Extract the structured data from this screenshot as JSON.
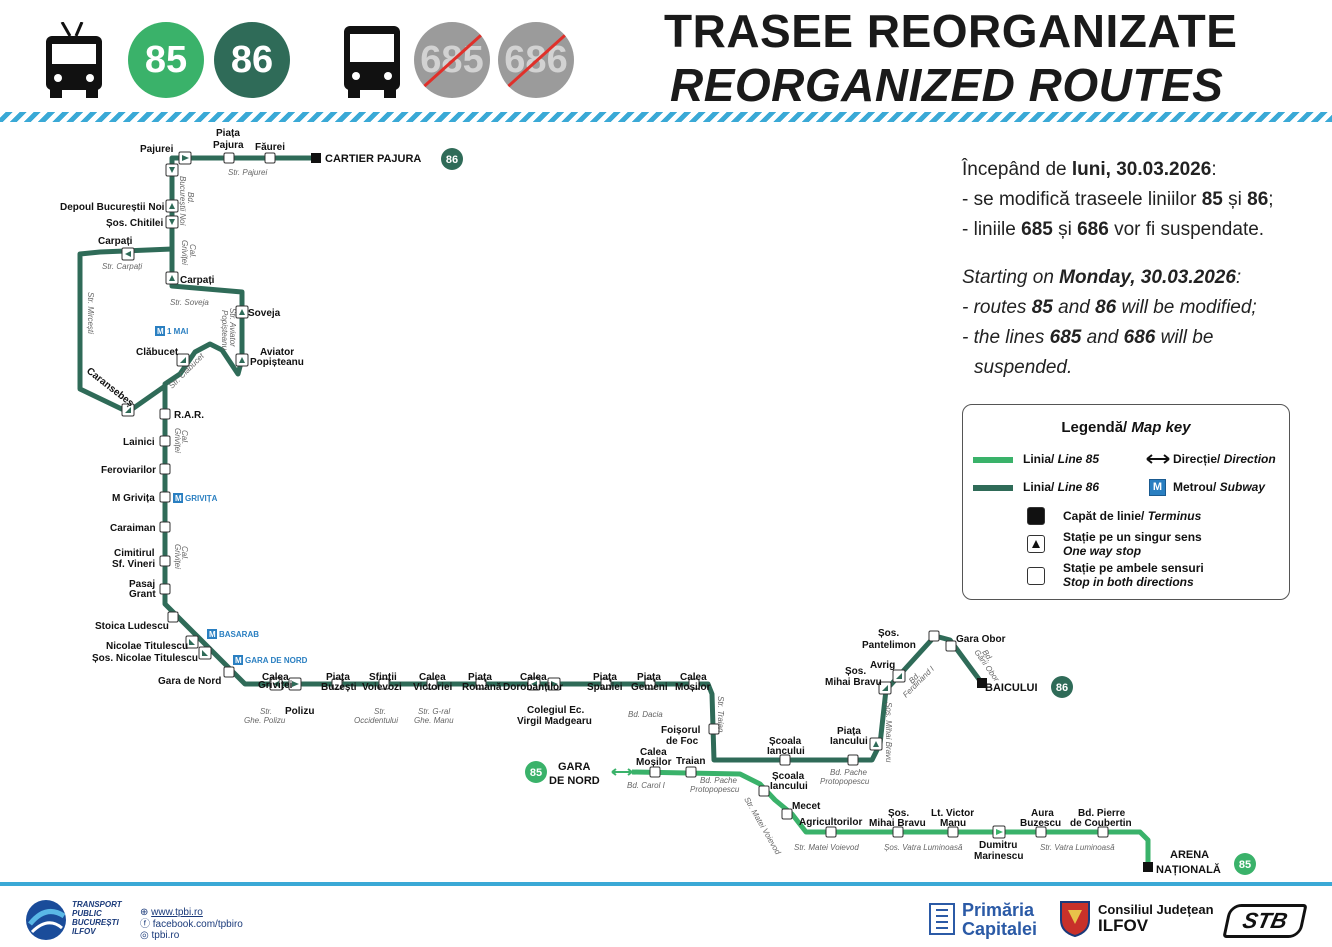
{
  "header": {
    "title_ro": "TRASEE REORGANIZATE",
    "title_en": "REORGANIZED ROUTES",
    "trolleybus_icon": "trolleybus-icon",
    "bus_icon": "bus-icon",
    "active_lines": [
      "85",
      "86"
    ],
    "suspended_lines": [
      "685",
      "686"
    ]
  },
  "colors": {
    "line85": "#3ab26a",
    "line86": "#2f6b58",
    "stripe": "#3aa9d6",
    "strike": "#e0302a"
  },
  "info": {
    "ro_intro_pre": "Începând de ",
    "ro_intro_day": "luni",
    "ro_intro_date": ", 30.03.2026",
    "ro_line1_pre": "- se modifică traseele liniilor ",
    "ro_line1_a": "85",
    "ro_line1_mid": " și ",
    "ro_line1_b": "86",
    "ro_line2_pre": "- liniile ",
    "ro_line2_a": "685",
    "ro_line2_mid": " și ",
    "ro_line2_b": "686",
    "ro_line2_post": " vor fi suspendate.",
    "en_intro_pre": "Starting on ",
    "en_intro_day": "Monday",
    "en_intro_date": ", 30.03.2026",
    "en_line1_pre": "- routes ",
    "en_line1_a": "85",
    "en_line1_mid": " and ",
    "en_line1_b": "86",
    "en_line1_post": " will be modified;",
    "en_line2_pre": "- the lines ",
    "en_line2_a": "685",
    "en_line2_mid": " and ",
    "en_line2_b": "686",
    "en_line2_post": " will be",
    "en_line3": "suspended."
  },
  "legend": {
    "title_ro": "Legendă/",
    "title_en": " Map key",
    "line85_ro": "Linia/ ",
    "line85_en": "Line 85",
    "line86_ro": "Linia/ ",
    "line86_en": "Line 86",
    "direction_ro": "Direcție/ ",
    "direction_en": "Direction",
    "metro_ro": "Metrou/ ",
    "metro_en": "Subway",
    "terminus_ro": "Capăt de linie/ ",
    "terminus_en": "Terminus",
    "oneway_ro": "Stație pe un singur sens",
    "oneway_en": "One way stop",
    "both_ro": "Stație pe ambele sensuri",
    "both_en": "Stop in both directions",
    "metro_letter": "M"
  },
  "map": {
    "terminals": {
      "cartier_pajura": "CARTIER PAJURA",
      "baicului": "BAICULUI",
      "gara_de_nord_1": "GARA",
      "gara_de_nord_2": "DE NORD",
      "arena_1": "ARENA",
      "arena_2": "NAȚIONALĂ"
    },
    "badges": {
      "l86": "86",
      "l85": "85"
    },
    "stops": {
      "pajurei": "Pajurei",
      "piata_pajura_1": "Piața",
      "piata_pajura_2": "Pajura",
      "faurei": "Făurei",
      "depoul": "Depoul Bucureștii Noi",
      "chitilei": "Șos. Chitilei",
      "carpati_w": "Carpați",
      "carpati_e": "Carpați",
      "soveja": "Soveja",
      "aviator_1": "Aviator",
      "aviator_2": "Popișteanu",
      "clabucet": "Clăbucet",
      "caransebes": "Caransebeș",
      "rar": "R.A.R.",
      "lainici": "Lainici",
      "feroviarilor": "Feroviarilor",
      "m_grivita": "M Grivița",
      "caraiman": "Caraiman",
      "cimitirul_1": "Cimitirul",
      "cimitirul_2": "Sf. Vineri",
      "pasaj_1": "Pasaj",
      "pasaj_2": "Grant",
      "stoica": "Stoica Ludescu",
      "titulescu": "Nicolae Titulescu",
      "sos_titulescu": "Șos. Nicolae Titulescu",
      "gara_de_nord_stop": "Gara de Nord",
      "calea_grivitei_1": "Calea",
      "calea_grivitei_2": "Griviței",
      "polizu": "Polizu",
      "piata_buzesti_1": "Piața",
      "piata_buzesti_2": "Buzești",
      "sfintii_1": "Sfinții",
      "sfintii_2": "Voievozi",
      "calea_victoriei_1": "Calea",
      "calea_victoriei_2": "Victoriei",
      "piata_romana_1": "Piața",
      "piata_romana_2": "Romană",
      "dorobanti_1": "Calea",
      "dorobanti_2": "Dorobanților",
      "colegiul_1": "Colegiul Ec.",
      "colegiul_2": "Virgil Madgearu",
      "spaniei_1": "Piața",
      "spaniei_2": "Spaniei",
      "gemeni_1": "Piața",
      "gemeni_2": "Gemeni",
      "calea_mosilor_1": "Calea",
      "calea_mosilor_2": "Moșilor",
      "foisorul_1": "Foișorul",
      "foisorul_2": "de Foc",
      "scoala_iancului_a_1": "Școala",
      "scoala_iancului_a_2": "Iancului",
      "piata_iancului_1": "Piața",
      "piata_iancului_2": "Iancului",
      "avrig": "Avrig",
      "pantelimon_1": "Șos.",
      "pantelimon_2": "Pantelimon",
      "mihai_bravu_1": "Șos.",
      "mihai_bravu_2": "Mihai Bravu",
      "gara_obor": "Gara Obor",
      "calea_mosilor85_1": "Calea",
      "calea_mosilor85_2": "Moșilor",
      "traian": "Traian",
      "scoala_iancului_b_1": "Școala",
      "scoala_iancului_b_2": "Iancului",
      "mecet": "Mecet",
      "agricultorilor": "Agricultorilor",
      "sos_mihai_bravu_1": "Șos.",
      "sos_mihai_bravu_2": "Mihai Bravu",
      "victor_manu_1": "Lt. Victor",
      "victor_manu_2": "Manu",
      "dumitru_1": "Dumitru",
      "dumitru_2": "Marinescu",
      "aura_1": "Aura",
      "aura_2": "Buzescu",
      "coubertin_1": "Bd. Pierre",
      "coubertin_2": "de Coubertin"
    },
    "streets": {
      "str_pajurei": "Str. Pajurei",
      "bd_bucurestii_1": "Bd.",
      "bd_bucurestii_2": "Bucureștii Noi",
      "cal_grivitei_top_1": "Cal.",
      "cal_grivitei_top_2": "Griviței",
      "str_carpati": "Str. Carpați",
      "str_soveja": "Str. Soveja",
      "str_aviator_1": "Str. Aviator",
      "str_aviator_2": "Popișteanu",
      "str_mircesti": "Str. Mircești",
      "str_clabucet": "Str. Clăbucet",
      "cal_grivitei_mid_1": "Cal.",
      "cal_grivitei_mid_2": "Griviței",
      "cal_grivitei_low_1": "Cal.",
      "cal_grivitei_low_2": "Griviței",
      "polizu_1": "Str.",
      "polizu_2": "Ghe. Polizu",
      "occidentului_1": "Str.",
      "occidentului_2": "Occidentului",
      "manu_1": "Str. G-ral",
      "manu_2": "Ghe. Manu",
      "bd_dacia": "Bd. Dacia",
      "str_traian": "Str. Traian",
      "bd_pache_1": "Bd. Pache",
      "bd_pache_2": "Protopopescu",
      "bd_ferdinand_1": "Bd.",
      "bd_ferdinand_2": "Ferdinand I",
      "bd_garii_1": "Bd.",
      "bd_garii_2": "Gării Obor",
      "sos_mihai_bravu": "Șos. Mihai Bravu",
      "bd_carol": "Bd. Carol I",
      "bd_pache85_1": "Bd. Pache",
      "bd_pache85_2": "Protopopescu",
      "matei_voievod_diag": "Str. Matei Voievod",
      "str_matei_voievod": "Str. Matei Voievod",
      "vatra_1": "Șos. Vatra Luminoasă",
      "vatra_2": "Str. Vatra Luminoasă"
    },
    "metro": {
      "m1mai": "1 MAI",
      "grivita": "GRIVIȚA",
      "basarab": "BASARAB",
      "garadenord": "GARA DE NORD",
      "letter": "M"
    }
  },
  "footer": {
    "tpbi_1": "TRANSPORT",
    "tpbi_2": "PUBLIC",
    "tpbi_3": "BUCUREȘTI",
    "tpbi_4": "ILFOV",
    "web": "www.tpbi.ro",
    "facebook": "facebook.com/tpbiro",
    "instagram": "tpbi.ro",
    "primaria_1": "Primăria",
    "primaria_2": "Capitalei",
    "consiliul_1": "Consiliul Județean",
    "consiliul_2": "ILFOV",
    "stb": "STB"
  }
}
